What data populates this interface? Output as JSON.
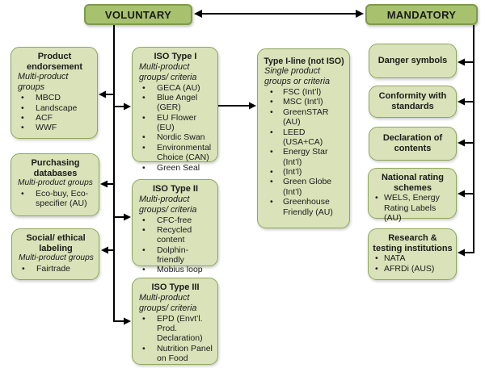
{
  "headers": {
    "voluntary": "VOLUNTARY",
    "mandatory": "MANDATORY"
  },
  "colors": {
    "header_fill": "#a7c16e",
    "header_border": "#7d9a4d",
    "box_fill": "#d9e2b8",
    "box_border": "#8ea75d",
    "connector": "#000000",
    "background": "#ffffff",
    "text": "#1b1b1b"
  },
  "left_column": [
    {
      "title": "Product endorsement",
      "subtitle": "Multi-product groups",
      "bullets": [
        "MBCD",
        "Landscape",
        "ACF",
        "WWF"
      ]
    },
    {
      "title": "Purchasing databases",
      "subtitle": "Multi-product groups",
      "bullets": [
        "Eco-buy, Eco-specifier (AU)"
      ]
    },
    {
      "title": "Social/ ethical labeling",
      "subtitle": "Multi-product groups",
      "bullets": [
        "Fairtrade"
      ]
    }
  ],
  "iso_column": [
    {
      "title": "ISO Type I",
      "subtitle": "Multi-product groups/ criteria",
      "bullets": [
        "GECA (AU)",
        "Blue Angel (GER)",
        "EU Flower (EU)",
        "Nordic Swan",
        "Environmental Choice (CAN)",
        "Green Seal"
      ]
    },
    {
      "title": "ISO Type II",
      "subtitle": "Multi-product groups/ criteria",
      "bullets": [
        "CFC-free",
        "Recycled content",
        "Dolphin-friendly",
        "Mobius loop"
      ]
    },
    {
      "title": "ISO Type III",
      "subtitle": "Multi-product groups/ criteria",
      "bullets": [
        "EPD (Envt’l. Prod. Declaration)",
        "Nutrition Panel on Food"
      ]
    }
  ],
  "type1line": {
    "title": "Type I-line (not ISO)",
    "subtitle": "Single product groups or criteria",
    "bullets": [
      "FSC (Int’l)",
      "MSC (Int’l)",
      "GreenSTAR (AU)",
      "LEED (USA+CA)",
      "Energy Star (Int’l)",
      "(Int’l)",
      "Green Globe (Int’l)",
      "Greenhouse Friendly (AU)"
    ]
  },
  "right_column": [
    {
      "title": "Danger symbols"
    },
    {
      "title": "Conformity with standards"
    },
    {
      "title": "Declaration of contents"
    },
    {
      "title": "National rating schemes",
      "bullets": [
        "WELS, Energy Rating Labels (AU)"
      ]
    },
    {
      "title": "Research & testing institutions",
      "bullets": [
        "NATA",
        "AFRDi (AUS)"
      ]
    }
  ]
}
